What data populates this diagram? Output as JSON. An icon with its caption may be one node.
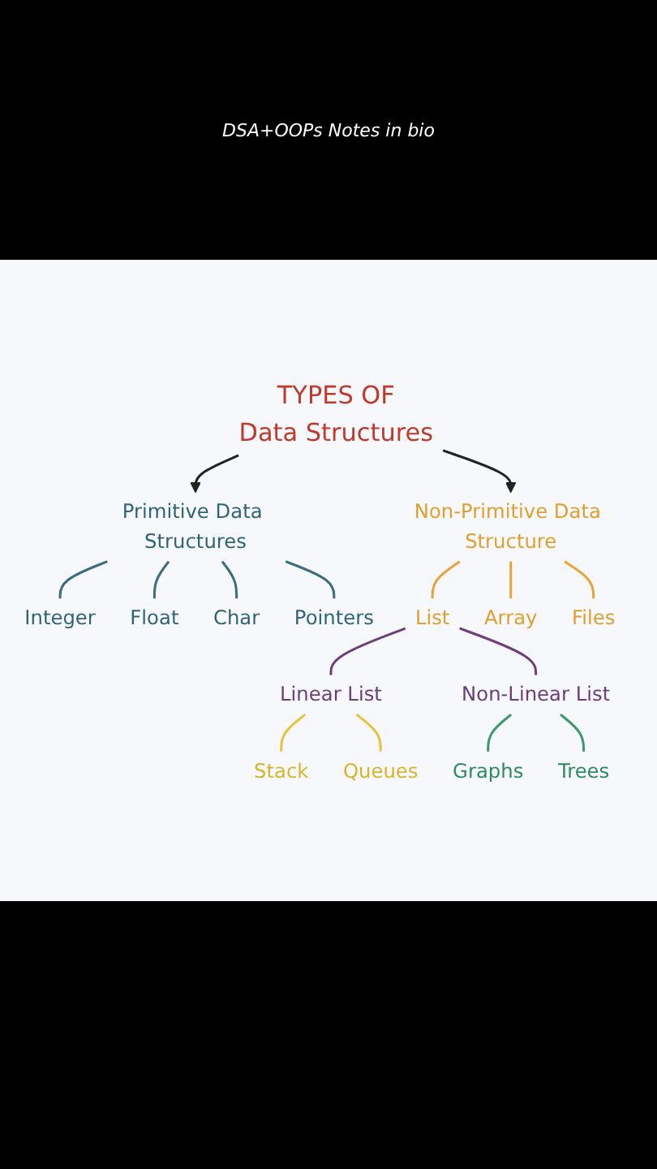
{
  "diagram": {
    "nodes": [
      {
        "text": [
          "TYPES OF",
          "Data Structures"
        ]
      },
      {
        "text": [
          "Primitive Data Structures"
        ]
      },
      {
        "text": [
          "Non-Primitive Data Structure"
        ]
      },
      {
        "text": [
          "Integer"
        ]
      },
      {
        "text": [
          "Float"
        ]
      },
      {
        "text": [
          "Char"
        ]
      },
      {
        "text": [
          "Pointers"
        ]
      },
      {
        "text": [
          "List"
        ]
      },
      {
        "text": [
          "Array"
        ]
      },
      {
        "text": [
          "Files"
        ]
      },
      {
        "text": [
          "Linear List"
        ]
      },
      {
        "text": [
          "Non-Linear List"
        ]
      },
      {
        "text": [
          "Stack"
        ]
      },
      {
        "text": [
          "Queues"
        ]
      },
      {
        "text": [
          "Graphs"
        ]
      },
      {
        "text": [
          "Trees"
        ]
      }
    ],
    "edges": [
      {
        "from": 0,
        "to": 1,
        "arrow": "to",
        "color": "#222222"
      },
      {
        "from": 0,
        "to": 2,
        "arrow": "to",
        "color": "#222222"
      },
      {
        "from": 1,
        "to": 3,
        "arrow": "none",
        "color": "#3d6e80"
      },
      {
        "from": 1,
        "to": 4,
        "arrow": "none",
        "color": "#3d6e80"
      },
      {
        "from": 1,
        "to": 5,
        "arrow": "none",
        "color": "#3d6e80"
      },
      {
        "from": 1,
        "to": 6,
        "arrow": "none",
        "color": "#3d6e80"
      },
      {
        "from": 2,
        "to": 7,
        "arrow": "none",
        "color": "#e8a33a"
      },
      {
        "from": 2,
        "to": 8,
        "arrow": "none",
        "color": "#e8a33a"
      },
      {
        "from": 2,
        "to": 9,
        "arrow": "none",
        "color": "#e8a33a"
      },
      {
        "from": 7,
        "to": 10,
        "arrow": "none",
        "color": "#6b3f7a"
      },
      {
        "from": 7,
        "to": 11,
        "arrow": "none",
        "color": "#6b3f7a"
      },
      {
        "from": 10,
        "to": 12,
        "arrow": "none",
        "color": "#e6c340"
      },
      {
        "from": 10,
        "to": 13,
        "arrow": "none",
        "color": "#e6c340"
      },
      {
        "from": 11,
        "to": 14,
        "arrow": "none",
        "color": "#3a9a6e"
      },
      {
        "from": 11,
        "to": 15,
        "arrow": "none",
        "color": "#3a9a6e"
      }
    ],
    "labels": [
      "DSA+OOPs Notes in bio"
    ]
  }
}
